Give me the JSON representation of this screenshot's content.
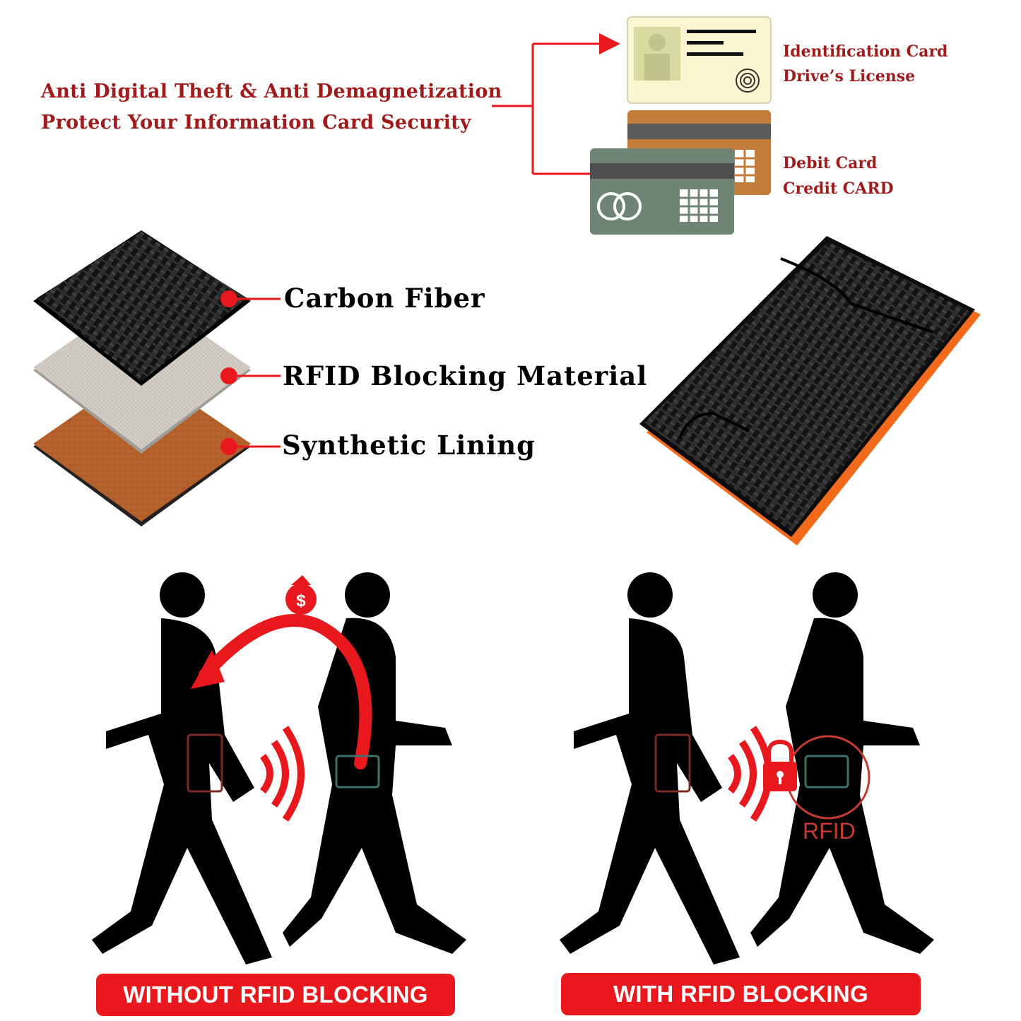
{
  "headline": {
    "line1": "Anti Digital Theft & Anti Demagnetization",
    "line2": "Protect Your Information Card Security"
  },
  "cards": {
    "id_line1": "Identification Card",
    "id_line2": "Drive’s License",
    "bank_line1": "Debit Card",
    "bank_line2": "Credit CARD"
  },
  "layers": [
    {
      "label": "Carbon Fiber"
    },
    {
      "label": "RFID Blocking Material"
    },
    {
      "label": "Synthetic Lining"
    }
  ],
  "scene": {
    "rfid_stamp": "RFID"
  },
  "banners": {
    "left": "WITHOUT RFID BLOCKING",
    "right": "WITH RFID BLOCKING"
  },
  "colors": {
    "accent_red": "#e9181c",
    "text_red": "#a01b1b",
    "lining_orange": "#f26a1b",
    "id_card": "#fbf6cf",
    "debit_card": "#6f8474",
    "credit_card": "#c47c3d"
  },
  "icons": [
    "money-bag-icon",
    "lock-icon",
    "card-reader-icon",
    "wallet-icon",
    "radio-waves-icon"
  ]
}
